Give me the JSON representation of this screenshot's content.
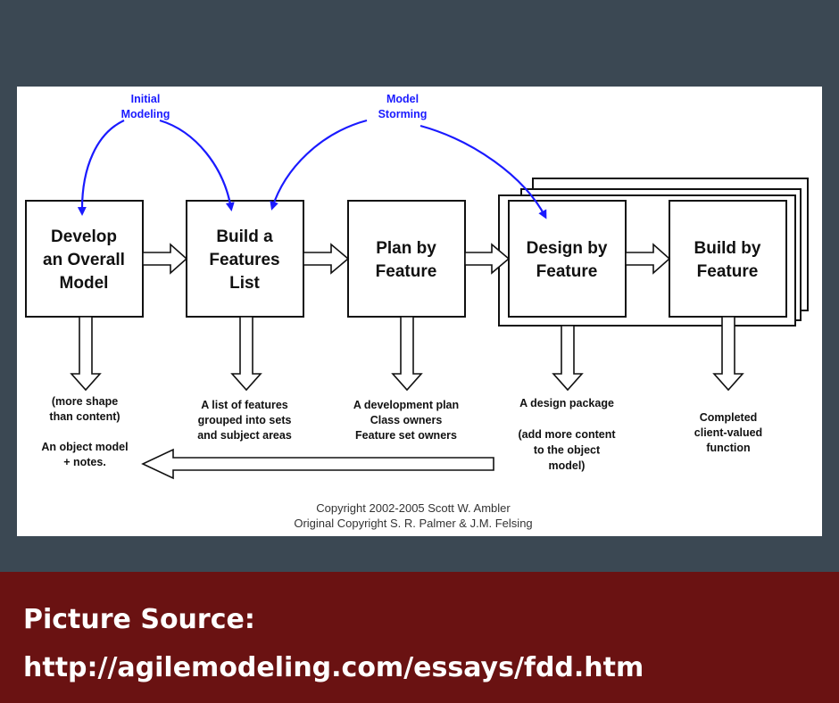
{
  "diagram": {
    "boxes": [
      {
        "lines": [
          "Develop",
          "an Overall",
          "Model"
        ]
      },
      {
        "lines": [
          "Build a",
          "Features",
          "List"
        ]
      },
      {
        "lines": [
          "Plan by",
          "Feature"
        ]
      },
      {
        "lines": [
          "Design by",
          "Feature"
        ]
      },
      {
        "lines": [
          "Build by",
          "Feature"
        ]
      }
    ],
    "outputs": [
      {
        "lines": [
          "(more shape",
          "than content)",
          "",
          "An object model",
          "+ notes."
        ]
      },
      {
        "lines": [
          "A list of features",
          "grouped into sets",
          "and subject areas"
        ]
      },
      {
        "lines": [
          "A development plan",
          "Class owners",
          "Feature set owners"
        ]
      },
      {
        "lines": [
          "A design package",
          "",
          "(add more content",
          "to the object",
          "model)"
        ]
      },
      {
        "lines": [
          "Completed",
          "client-valued",
          "function"
        ]
      }
    ],
    "feedback_labels": [
      {
        "lines": [
          "Initial",
          "Modeling"
        ]
      },
      {
        "lines": [
          "Model",
          "Storming"
        ]
      }
    ],
    "copyright": [
      "Copyright 2002-2005 Scott W. Ambler",
      "Original Copyright S. R. Palmer & J.M. Felsing"
    ],
    "colors": {
      "feedback_arrows": "#1a1aff"
    }
  },
  "banner": {
    "title": "Picture Source:",
    "url": "http://agilemodeling.com/essays/fdd.htm",
    "background": "#6a1212"
  },
  "page": {
    "background": "#3b4853"
  }
}
